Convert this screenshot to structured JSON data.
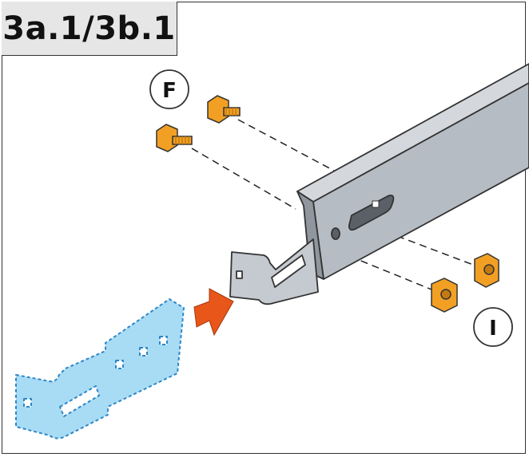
{
  "step": {
    "label": "3a.1/3b.1"
  },
  "callouts": [
    {
      "id": "bolts",
      "letter": "F"
    },
    {
      "id": "nuts",
      "letter": "I"
    }
  ],
  "colors": {
    "rail_light": "#d4d8dd",
    "rail_mid": "#b6bcc3",
    "rail_dark": "#8f969e",
    "hardware": "#f2a023",
    "hardware_dark": "#c47a10",
    "bracket": "#a8dcf4",
    "bracket_outline": "#2d87c8",
    "arrow": "#e8561a"
  }
}
